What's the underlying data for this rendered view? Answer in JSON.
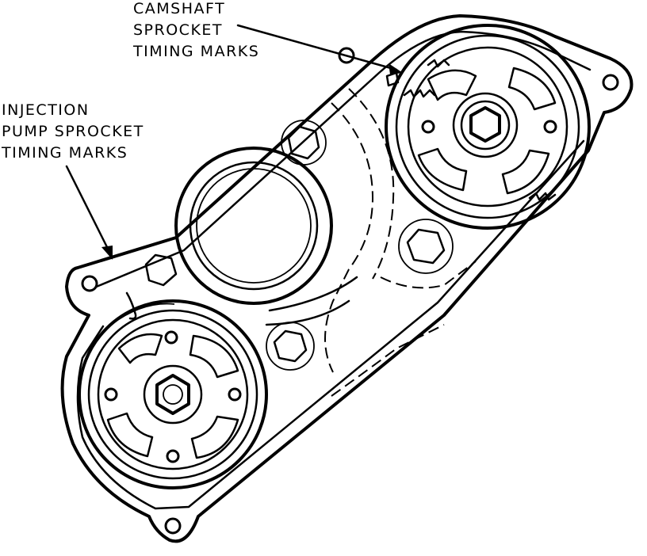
{
  "labels": {
    "camshaft": {
      "line1": "CAMSHAFT",
      "line2": "SPROCKET",
      "line3": "TIMING MARKS"
    },
    "injection_pump": {
      "line1": "INJECTION",
      "line2": "PUMP SPROCKET",
      "line3": "TIMING MARKS"
    }
  },
  "colors": {
    "ink": "#000000",
    "paper": "#ffffff"
  }
}
